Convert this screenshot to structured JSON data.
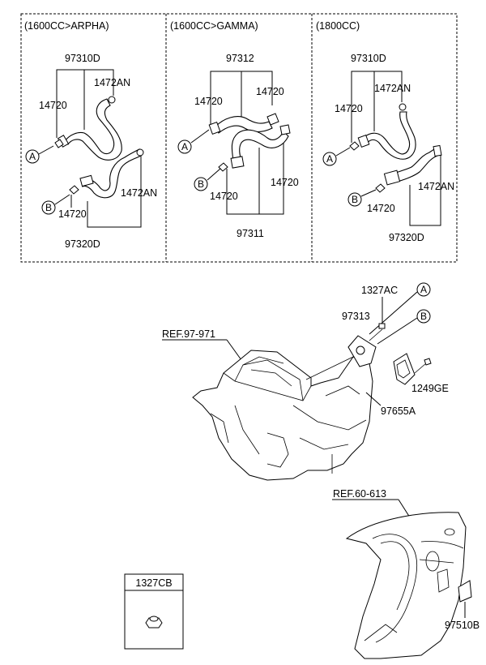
{
  "sections": [
    {
      "title": "(1600CC>ARPHA)",
      "labels": {
        "top": "97310D",
        "clip_top": "1472AN",
        "clamp_left": "14720",
        "clamp_bottom": "14720",
        "clip_bottom": "1472AN",
        "bottom": "97320D"
      }
    },
    {
      "title": "(1600CC>GAMMA)",
      "labels": {
        "top": "97312",
        "clamp_left": "14720",
        "clamp_right_top": "14720",
        "clamp_bottom": "14720",
        "clamp_right": "14720",
        "bottom": "97311"
      }
    },
    {
      "title": "(1800CC)",
      "labels": {
        "top": "97310D",
        "clip_top": "1472AN",
        "clamp_left": "14720",
        "clamp_bottom": "14720",
        "clip_bottom": "1472AN",
        "bottom": "97320D"
      }
    }
  ],
  "markers": {
    "a": "A",
    "b": "B"
  },
  "main": {
    "ref_heater": "REF.97-971",
    "bolt": "1327AC",
    "plate": "97313",
    "screw": "1249GE",
    "seal": "97655A",
    "ref_panel": "REF.60-613",
    "grommet": "97510B"
  },
  "inset": {
    "title": "1327CB"
  }
}
